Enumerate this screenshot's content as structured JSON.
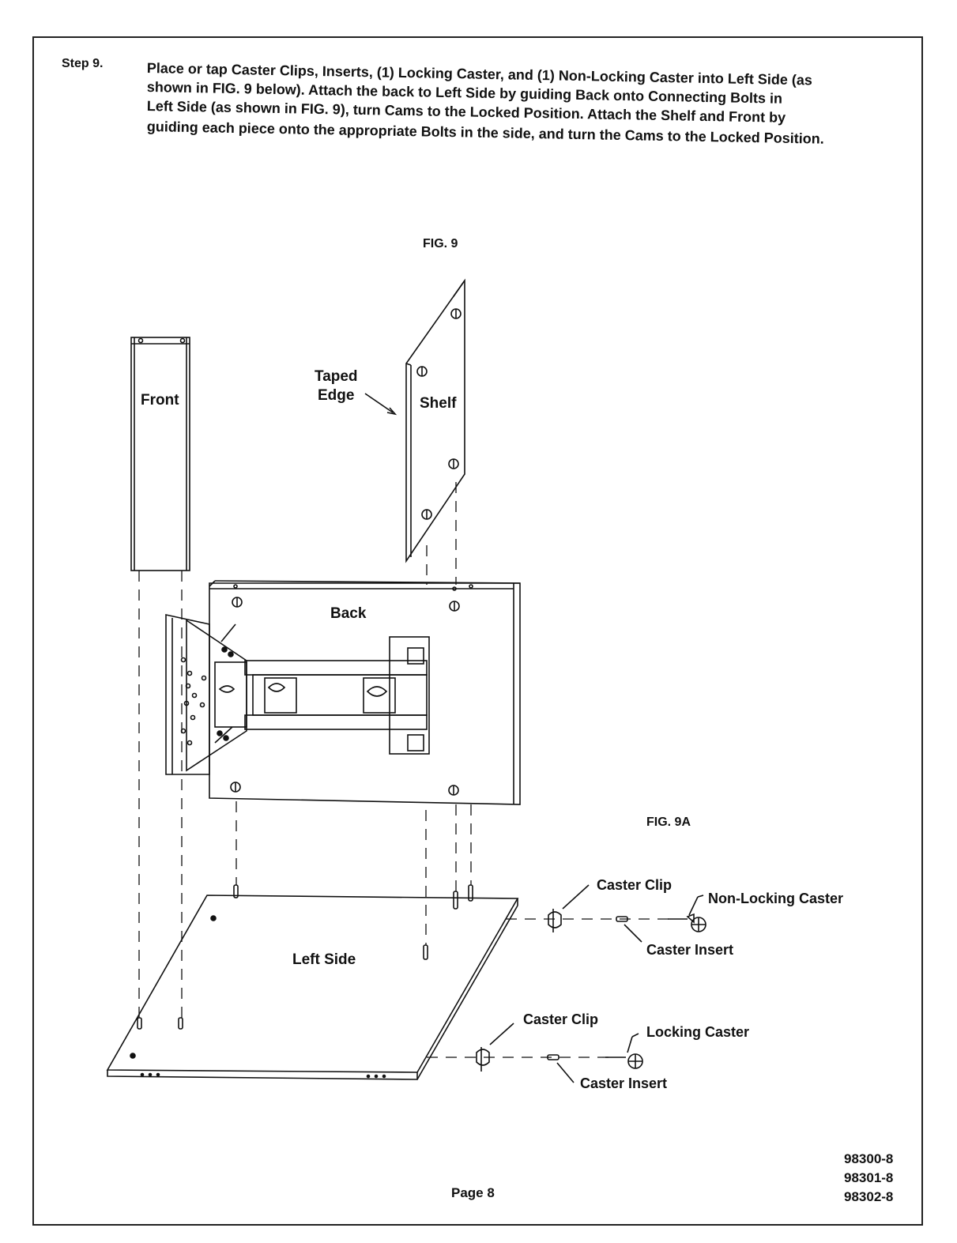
{
  "step": {
    "label": "Step 9.",
    "lines": [
      "Place or tap Caster Clips, Inserts, (1) Locking Caster, and (1) Non-Locking Caster into Left Side (as",
      "shown in FIG. 9 below).  Attach the back to Left Side by guiding Back onto Connecting Bolts in",
      "Left Side (as shown in FIG. 9), turn Cams to the Locked Position.  Attach the Shelf and Front by",
      "guiding each piece onto the appropriate Bolts in the side, and turn the Cams to the Locked Position."
    ]
  },
  "figures": {
    "main": "FIG. 9",
    "detail": "FIG. 9A"
  },
  "parts": {
    "front": "Front",
    "taped_edge_line1": "Taped",
    "taped_edge_line2": "Edge",
    "shelf": "Shelf",
    "back": "Back",
    "left_side": "Left Side",
    "caster_clip_top": "Caster Clip",
    "non_locking_caster": "Non-Locking Caster",
    "caster_insert_top": "Caster Insert",
    "caster_clip_bottom": "Caster Clip",
    "locking_caster": "Locking Caster",
    "caster_insert_bottom": "Caster Insert"
  },
  "footer": {
    "page": "Page 8",
    "models": [
      "98300-8",
      "98301-8",
      "98302-8"
    ]
  }
}
